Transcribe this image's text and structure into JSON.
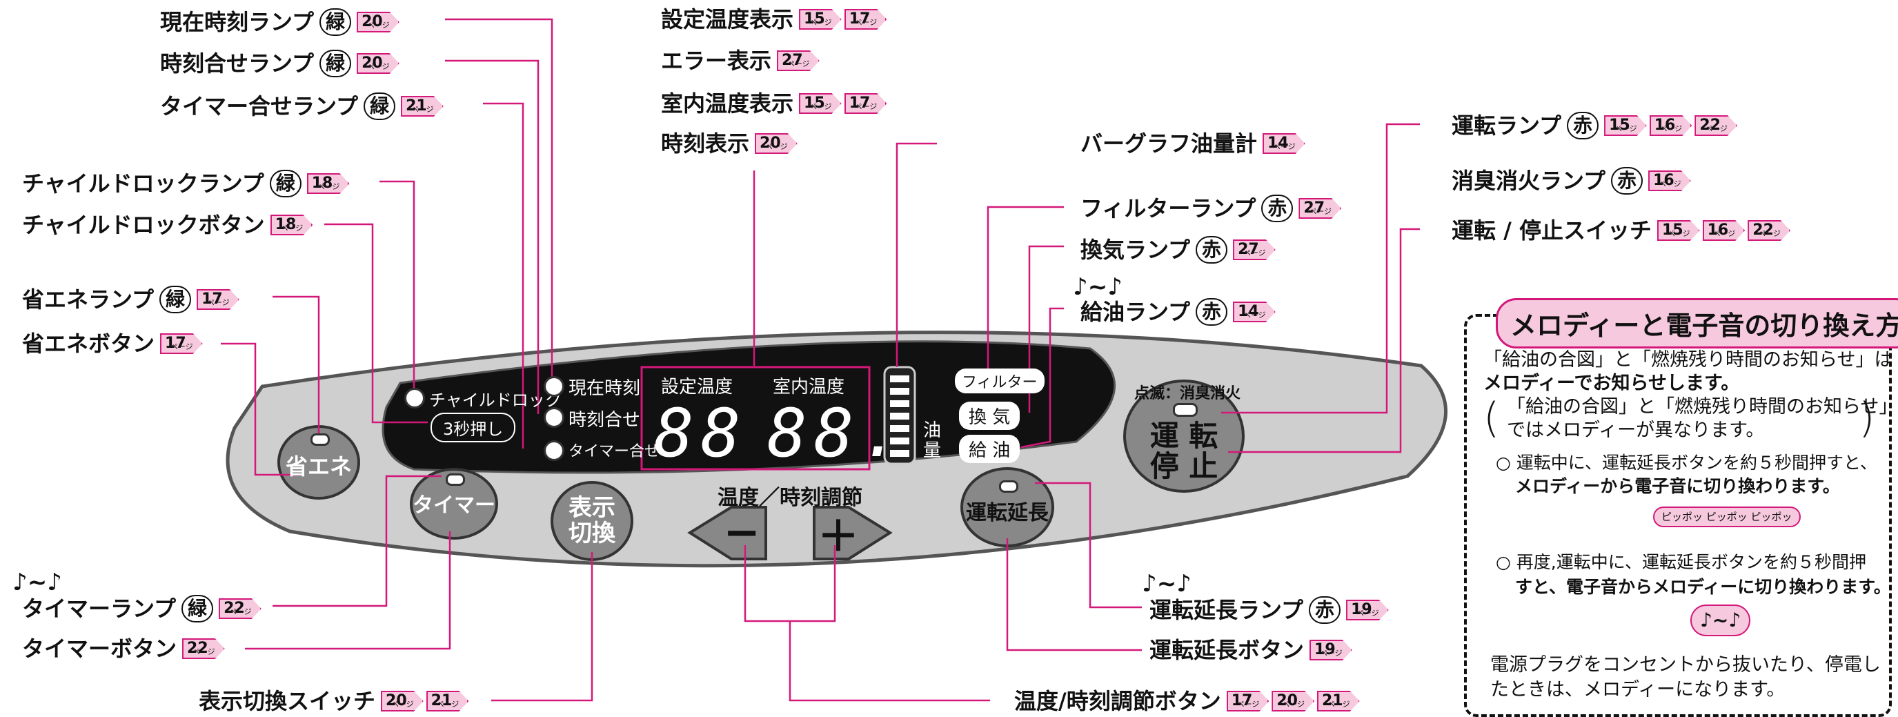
{
  "colors": {
    "leader": "#d4187a",
    "panel": "#cfcfcf",
    "display": "#111111",
    "tag_fill": "#f7c9de",
    "tag_border": "#d4187a"
  },
  "callouts": {
    "current_time_lamp": {
      "label": "現在時刻ランプ",
      "color": "緑",
      "pages": [
        "20"
      ]
    },
    "time_set_lamp": {
      "label": "時刻合せランプ",
      "color": "緑",
      "pages": [
        "20"
      ]
    },
    "timer_set_lamp": {
      "label": "タイマー合せランプ",
      "color": "緑",
      "pages": [
        "21"
      ]
    },
    "child_lock_lamp": {
      "label": "チャイルドロックランプ",
      "color": "緑",
      "pages": [
        "18"
      ]
    },
    "child_lock_button": {
      "label": "チャイルドロックボタン",
      "pages": [
        "18"
      ]
    },
    "eco_lamp": {
      "label": "省エネランプ",
      "color": "緑",
      "pages": [
        "17"
      ]
    },
    "eco_button": {
      "label": "省エネボタン",
      "pages": [
        "17"
      ]
    },
    "timer_lamp": {
      "label": "タイマーランプ",
      "color": "緑",
      "pages": [
        "22"
      ]
    },
    "timer_button": {
      "label": "タイマーボタン",
      "pages": [
        "22"
      ]
    },
    "display_switch": {
      "label": "表示切換スイッチ",
      "pages": [
        "20",
        "21"
      ]
    },
    "set_temp_display": {
      "label": "設定温度表示",
      "pages": [
        "15",
        "17"
      ]
    },
    "error_display": {
      "label": "エラー表示",
      "pages": [
        "27"
      ]
    },
    "room_temp_display": {
      "label": "室内温度表示",
      "pages": [
        "15",
        "17"
      ]
    },
    "time_display": {
      "label": "時刻表示",
      "pages": [
        "20"
      ]
    },
    "bar_graph": {
      "label": "バーグラフ油量計",
      "pages": [
        "14"
      ]
    },
    "filter_lamp": {
      "label": "フィルターランプ",
      "color": "赤",
      "pages": [
        "27"
      ]
    },
    "vent_lamp": {
      "label": "換気ランプ",
      "color": "赤",
      "pages": [
        "27"
      ]
    },
    "refuel_lamp": {
      "label": "給油ランプ",
      "color": "赤",
      "pages": [
        "14"
      ]
    },
    "run_lamp": {
      "label": "運転ランプ",
      "color": "赤",
      "pages": [
        "15",
        "16",
        "22"
      ]
    },
    "deodor_lamp": {
      "label": "消臭消火ランプ",
      "color": "赤",
      "pages": [
        "16"
      ]
    },
    "run_stop_switch": {
      "label": "運転 / 停止スイッチ",
      "pages": [
        "15",
        "16",
        "22"
      ]
    },
    "extend_lamp": {
      "label": "運転延長ランプ",
      "color": "赤",
      "pages": [
        "19"
      ]
    },
    "extend_button": {
      "label": "運転延長ボタン",
      "pages": [
        "19"
      ]
    },
    "temp_time_button": {
      "label": "温度/時刻調節ボタン",
      "pages": [
        "17",
        "20",
        "21"
      ]
    }
  },
  "panel": {
    "child_lock": "チャイルドロック",
    "hold3": "3秒押し",
    "current_time": "現在時刻",
    "time_set": "時刻合せ",
    "timer_set": "タイマー合せ",
    "set_temp": "設定温度",
    "room_temp": "室内温度",
    "digits_left": "88",
    "digits_right": "88.",
    "oil": "油量",
    "filter": "フィルター",
    "vent": "換 気",
    "refuel": "給 油",
    "blink_note": "点滅：消臭消火",
    "run": "運 転",
    "stop": "停 止",
    "eco": "省エネ",
    "timer": "タイマー",
    "disp1": "表示",
    "disp2": "切換",
    "adjust": "温度／時刻調節",
    "minus": "−",
    "plus": "＋",
    "extend": "運転延長"
  },
  "melody": {
    "title": "メロディーと電子音の切り換え方",
    "p1_l1": "「給油の合図」と「燃焼残り時間のお知らせ」は",
    "p1_l2": "メロディーでお知らせします。",
    "p2_l1": "「給油の合図」と「燃焼残り時間のお知らせ」",
    "p2_l2": "ではメロディーが異なります。",
    "b1_l1": "○ 運転中に、運転延長ボタンを約５秒間押すと、",
    "b1_l2": "メロディーから電子音に切り換わります。",
    "beep": "ピッポッ ピッポッ ピッポッ",
    "b2_l1": "○ 再度,運転中に、運転延長ボタンを約５秒間押",
    "b2_l2": "すと、電子音からメロディーに切り換わります。",
    "b3_l1": "電源プラグをコンセントから抜いたり、停電し",
    "b3_l2": "たときは、メロディーになります。",
    "note": "♪~♪"
  }
}
